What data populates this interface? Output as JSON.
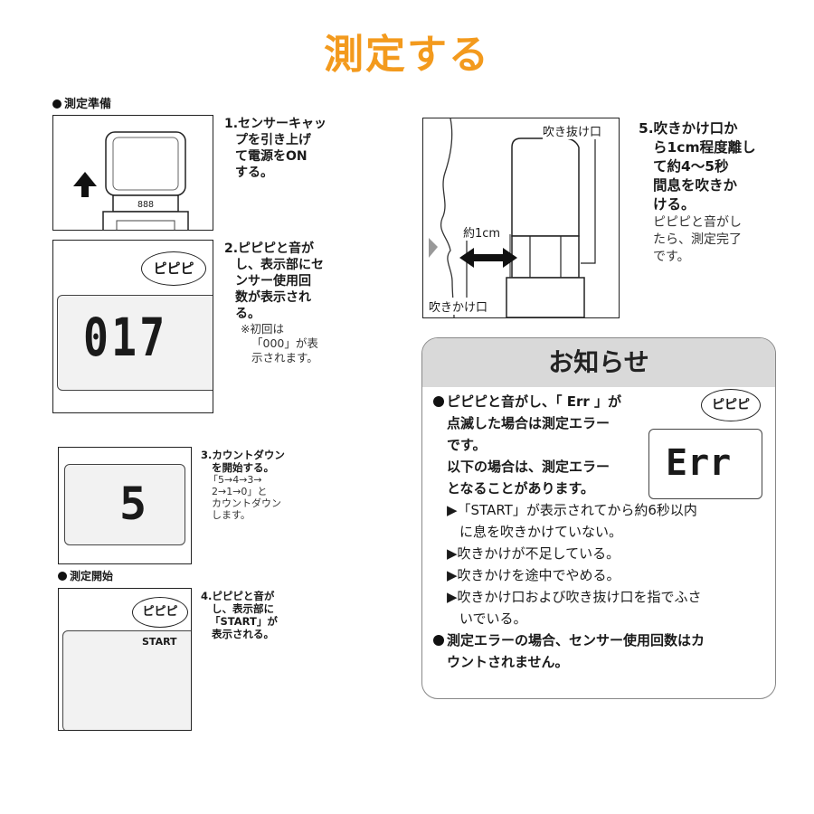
{
  "title": "測定する",
  "section_prepare": "測定準備",
  "section_start": "測定開始",
  "steps": {
    "s1": {
      "l1": "1.センサーキャッ",
      "l2": "プを引き上げ",
      "l3": "て電源をON",
      "l4": "する。"
    },
    "s2": {
      "l1": "2.ピピピと音が",
      "l2": "し、表示部にセ",
      "l3": "ンサー使用回",
      "l4": "数が表示され",
      "l5": "る。",
      "n1": "※初回は",
      "n2": "「000」が表",
      "n3": "示されます。"
    },
    "s3": {
      "l1": "3.カウントダウン",
      "l2": "を開始する。",
      "l3": "「5→4→3→",
      "l4": "2→1→0」と",
      "l5": "カウントダウン",
      "l6": "します。"
    },
    "s4": {
      "l1": "4.ピピピと音が",
      "l2": "し、表示部に",
      "l3": "「START」が",
      "l4": "表示される。"
    },
    "s5": {
      "l1": "5.吹きかけ口か",
      "l2": "ら1cm程度離し",
      "l3": "て約4～5秒",
      "l4": "間息を吹きか",
      "l5": "ける。",
      "n1": "ピピピと音がし",
      "n2": "たら、測定完了",
      "n3": "です。"
    }
  },
  "displays": {
    "beep": "ピピピ",
    "count": "017",
    "countdown": "5",
    "start": "START",
    "err": "Err",
    "cap_digits": "888"
  },
  "diagram_labels": {
    "outlet": "吹き抜け口",
    "inlet": "吹きかけ口",
    "distance": "約1cm"
  },
  "notice": {
    "title": "お知らせ",
    "p1a": "ピピピと音がし、「 Err 」が",
    "p1b": "点滅した場合は測定エラー",
    "p1c": "です。",
    "p1d": "以下の場合は、測定エラー",
    "p1e": "となることがあります。",
    "items": [
      "「START」が表示されてから約6秒以内",
      "に息を吹きかけていない。",
      "吹きかけが不足している。",
      "吹きかけを途中でやめる。",
      "吹きかけ口および吹き抜け口を指でふさ",
      "いでいる。"
    ],
    "p2a": "測定エラーの場合、センサー使用回数はカ",
    "p2b": "ウントされません。"
  },
  "colors": {
    "title": "#f39a1d",
    "notice_header": "#d9d9d9"
  }
}
